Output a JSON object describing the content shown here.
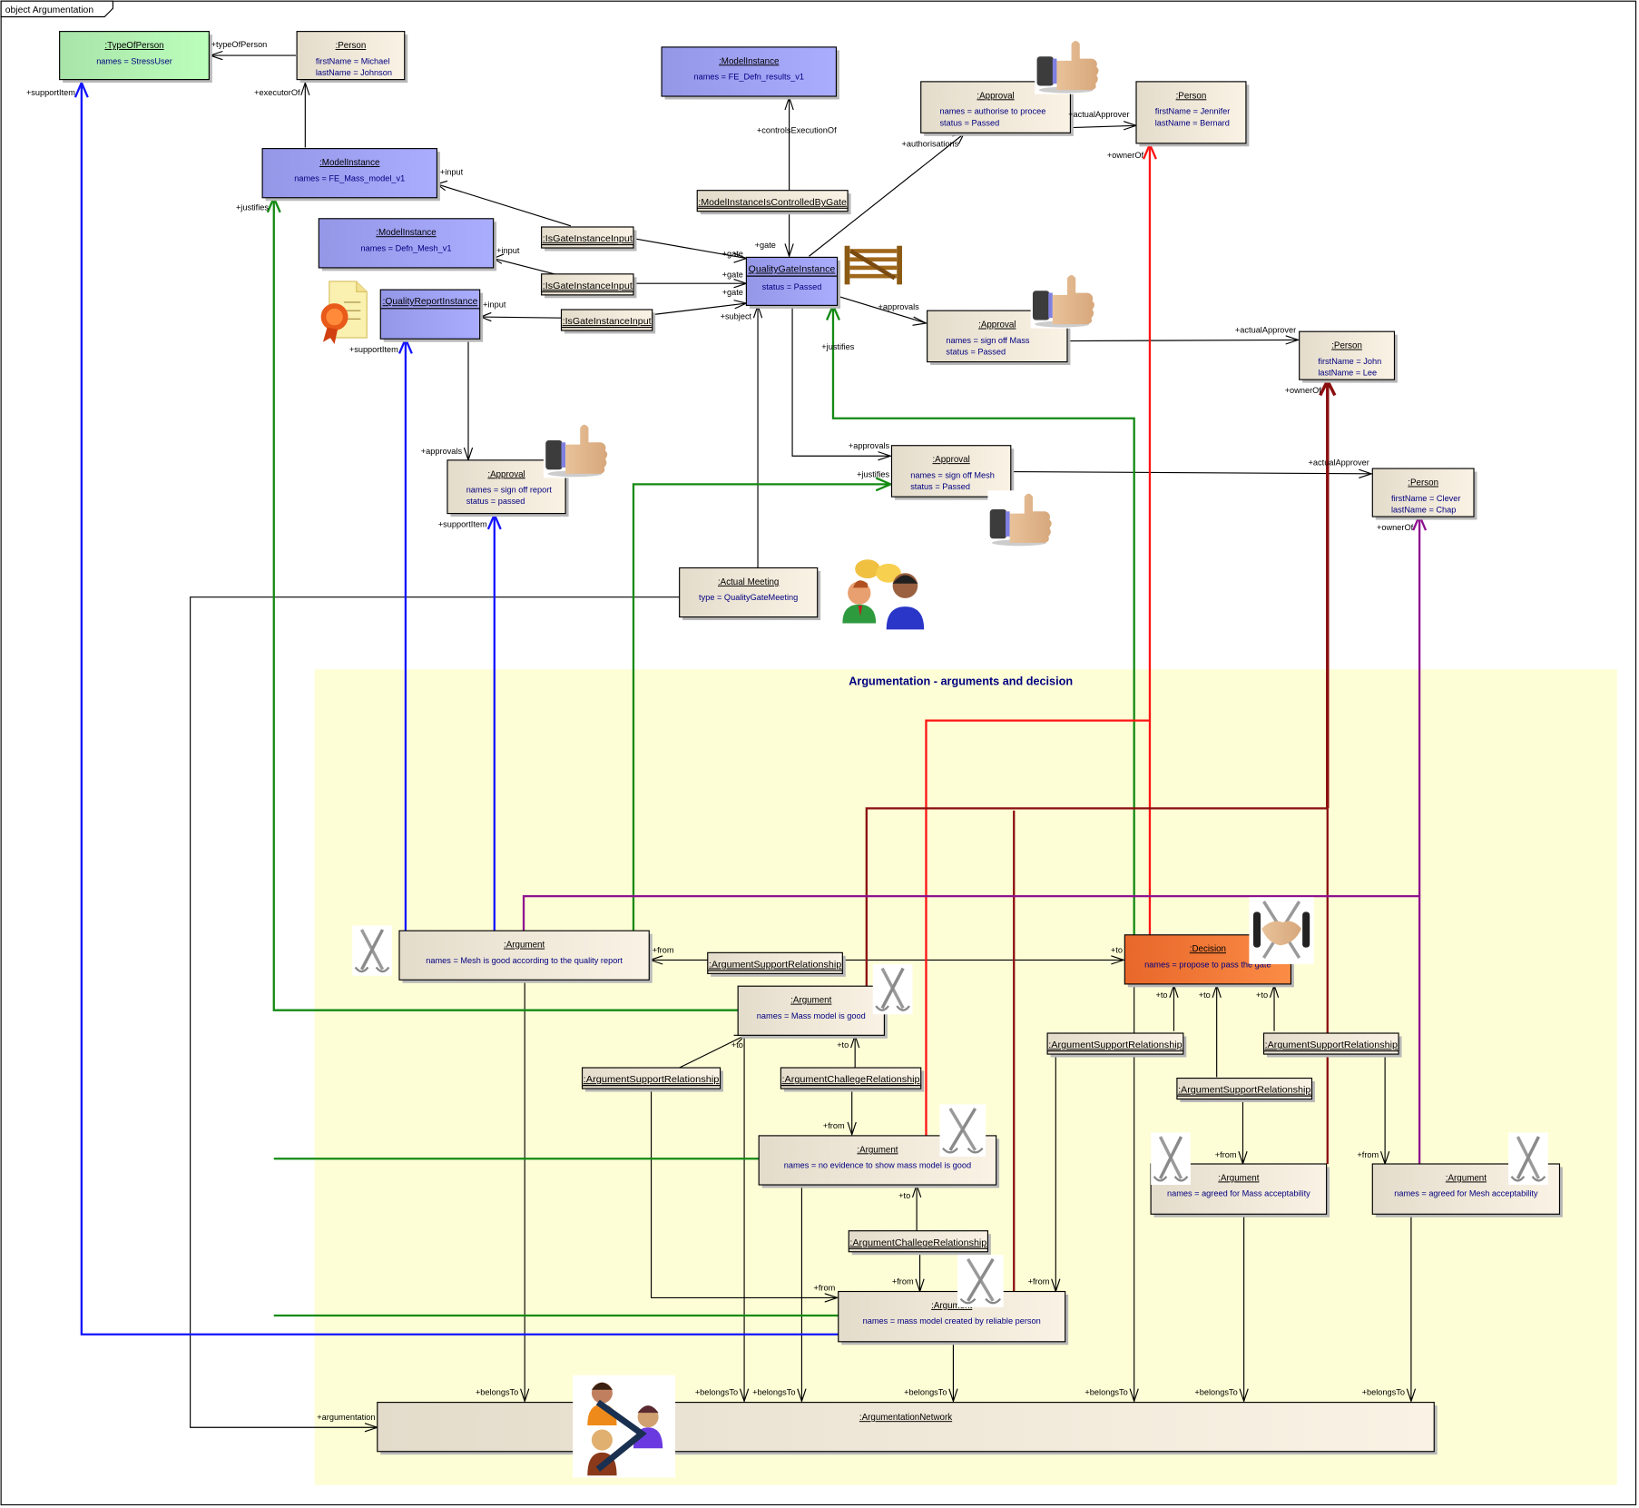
{
  "diagram": {
    "frame_title": "object Argumentation",
    "package_title": "Argumentation - arguments and decision",
    "colors": {
      "beige_from": "#e4dccb",
      "beige_to": "#faf2e4",
      "blue_from": "#9496e6",
      "blue_to": "#aaacfe",
      "green_from": "#a8e4a8",
      "green_to": "#bcfebc",
      "orange_from": "#e8672a",
      "orange_to": "#fb8c46",
      "package_bg": "#fefed6",
      "link_blue": "#1414ff",
      "link_green": "#138a13",
      "link_red": "#ff1414",
      "link_darkred": "#8b0f0f",
      "link_purple": "#8e1190",
      "attr_text": "#000080"
    },
    "objects": {
      "typeOfPerson": {
        "title": ":TypeOfPerson",
        "attrs": [
          "names = StressUser"
        ]
      },
      "personMichael": {
        "title": ":Person",
        "attrs": [
          "firstName = Michael",
          "lastName = Johnson"
        ]
      },
      "modelFEDefn": {
        "title": ":ModelInstance",
        "attrs": [
          "names = FE_Defn_results_v1"
        ]
      },
      "approvalAuthorise": {
        "title": ":Approval",
        "attrs": [
          "names = authorise to procee",
          "status = Passed"
        ]
      },
      "personJennifer": {
        "title": ":Person",
        "attrs": [
          "firstName = Jennifer",
          "lastName = Bernard"
        ]
      },
      "modelFEMass": {
        "title": ":ModelInstance",
        "attrs": [
          "names = FE_Mass_model_v1"
        ]
      },
      "modelControlledByGate": {
        "title": ":ModelInstanceIsControlledByGate",
        "attrs": []
      },
      "modelDefnMesh": {
        "title": ":ModelInstance",
        "attrs": [
          "names = Defn_Mesh_v1"
        ]
      },
      "gateInput1": {
        "title": ":IsGateInstanceInput",
        "attrs": []
      },
      "gateInput2": {
        "title": ":IsGateInstanceInput",
        "attrs": []
      },
      "gateInput3": {
        "title": ":IsGateInstanceInput",
        "attrs": []
      },
      "qualityGate": {
        "title": "QualityGateInstance",
        "attrs": [
          "status = Passed"
        ]
      },
      "qualityReport": {
        "title": ":QualityReportInstance",
        "attrs": []
      },
      "approvalMass": {
        "title": ":Approval",
        "attrs": [
          "names = sign off Mass",
          "status = Passed"
        ]
      },
      "personJohn": {
        "title": ":Person",
        "attrs": [
          "firstName = John",
          "lastName = Lee"
        ]
      },
      "approvalReport": {
        "title": ":Approval",
        "attrs": [
          "names = sign off report",
          "status = passed"
        ]
      },
      "approvalMesh": {
        "title": ":Approval",
        "attrs": [
          "names = sign off Mesh",
          "status = Passed"
        ]
      },
      "personClever": {
        "title": ":Person",
        "attrs": [
          "firstName = Clever",
          "lastName = Chap"
        ]
      },
      "actualMeeting": {
        "title": ":Actual Meeting",
        "attrs": [
          "type = QualityGateMeeting"
        ]
      },
      "argMesh": {
        "title": ":Argument",
        "attrs": [
          "names = Mesh is good according to the quality report"
        ]
      },
      "asrTop": {
        "title": ":ArgumentSupportRelationship",
        "attrs": []
      },
      "decision": {
        "title": ":Decision",
        "attrs": [
          "names = propose to pass the gate"
        ]
      },
      "argMassGood": {
        "title": ":Argument",
        "attrs": [
          "names = Mass model is good"
        ]
      },
      "asrLeft": {
        "title": ":ArgumentSupportRelationship",
        "attrs": []
      },
      "acrTop": {
        "title": ":ArgumentChallegeRelationship",
        "attrs": []
      },
      "asrDec1": {
        "title": ":ArgumentSupportRelationship",
        "attrs": []
      },
      "asrDec3": {
        "title": ":ArgumentSupportRelationship",
        "attrs": []
      },
      "asrDec2": {
        "title": ":ArgumentSupportRelationship",
        "attrs": []
      },
      "argNoEvidence": {
        "title": ":Argument",
        "attrs": [
          "names = no evidence to show mass model is good"
        ]
      },
      "argAgreedMass": {
        "title": ":Argument",
        "attrs": [
          "names = agreed for Mass acceptability"
        ]
      },
      "argAgreedMesh": {
        "title": ":Argument",
        "attrs": [
          "names = agreed for Mesh acceptability"
        ]
      },
      "acrBottom": {
        "title": ":ArgumentChallegeRelationship",
        "attrs": []
      },
      "argReliable": {
        "title": ":Argument",
        "attrs": [
          "names = mass model created by reliable person"
        ]
      },
      "network": {
        "title": ":ArgumentationNetwork",
        "attrs": []
      }
    },
    "roles": {
      "typeOfPerson": "+typeOfPerson",
      "executorOf": "+executorOf",
      "supportItem": "+supportItem",
      "controlsExecutionOf": "+controlsExecutionOf",
      "authorisations": "+authorisations",
      "actualApprover": "+actualApprover",
      "ownerOf": "+ownerOf",
      "input": "+input",
      "justifies": "+justifies",
      "gate": "+gate",
      "subject": "+subject",
      "approvals": "+approvals",
      "from": "+from",
      "to": "+to",
      "belongsTo": "+belongsTo",
      "argumentation": "+argumentation"
    },
    "icons": [
      "thumbs-up-icon",
      "gate-icon",
      "certificate-icon",
      "meeting-icon",
      "crossed-swords-icon",
      "handshake-icon",
      "network-people-icon"
    ]
  }
}
